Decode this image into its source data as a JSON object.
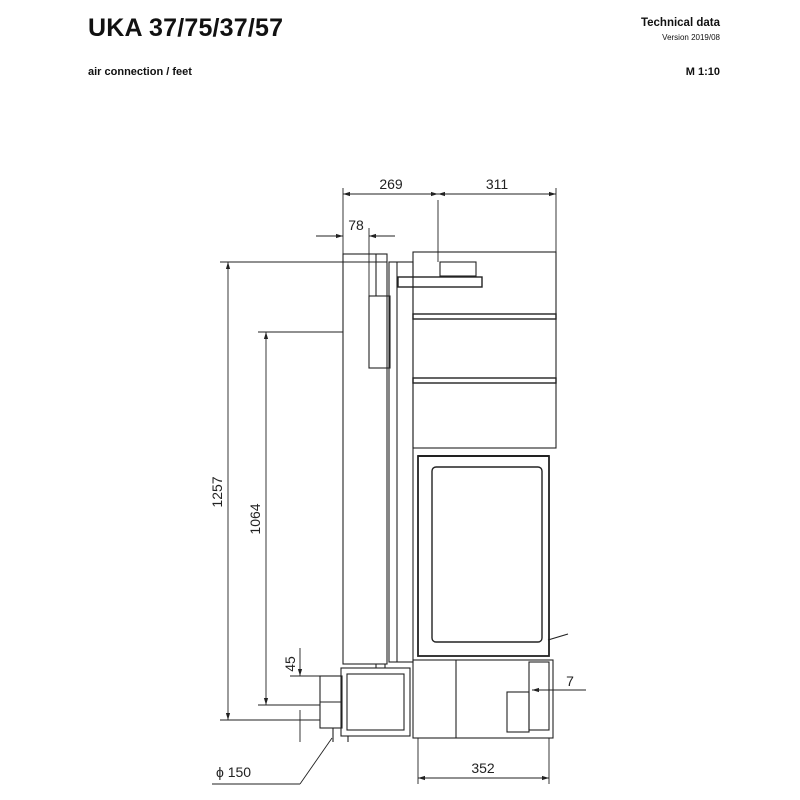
{
  "header": {
    "title": "UKA 37/75/37/57",
    "subtitle": "air connection / feet",
    "technical_data": "Technical data",
    "version": "Version 2019/08",
    "scale": "M 1:10"
  },
  "dimensions": {
    "d269": "269",
    "d311": "311",
    "d78": "78",
    "d1257": "1257",
    "d1064": "1064",
    "d45": "45",
    "d7": "7",
    "d150": "ϕ 150",
    "d352": "352"
  },
  "colors": {
    "line": "#222222",
    "background": "#ffffff"
  }
}
